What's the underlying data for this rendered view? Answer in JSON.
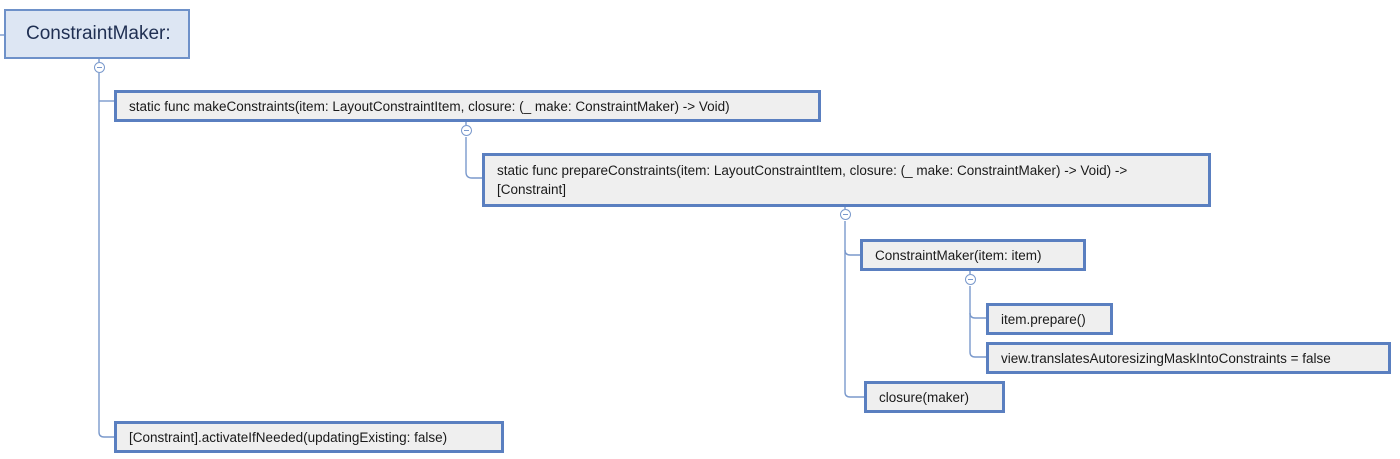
{
  "diagram": {
    "root": "ConstraintMaker:",
    "nodes": {
      "make_constraints": "static func makeConstraints(item: LayoutConstraintItem, closure: (_ make: ConstraintMaker) -> Void)",
      "prepare_constraints": "static func prepareConstraints(item: LayoutConstraintItem, closure: (_ make: ConstraintMaker) -> Void) -> [Constraint]",
      "constraint_maker_init": "ConstraintMaker(item: item)",
      "item_prepare": "item.prepare()",
      "translates_autoresizing": "view.translatesAutoresizingMaskIntoConstraints = false",
      "closure_maker": "closure(maker)",
      "activate_if_needed": "[Constraint].activateIfNeeded(updatingExisting: false)"
    },
    "colors": {
      "node_border": "#5a7fc0",
      "node_fill": "#efefef",
      "root_fill": "#dde6f3",
      "connector": "#7a99cc"
    }
  }
}
